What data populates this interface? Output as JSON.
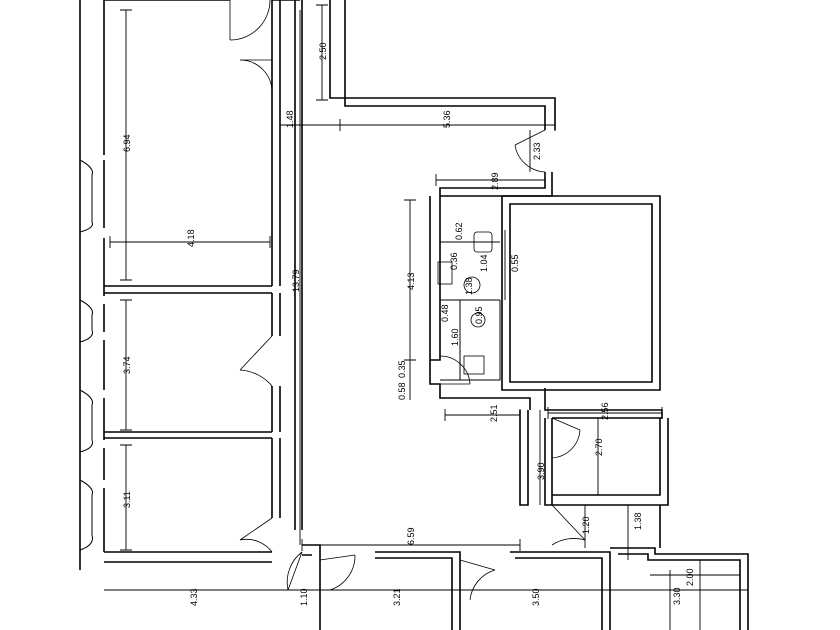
{
  "dimensions": {
    "d_2_50": "2.50",
    "d_1_48": "1.48",
    "d_5_36": "5.36",
    "d_2_33": "2.33",
    "d_6_94": "6.94",
    "d_4_18": "4.18",
    "d_13_79": "13.79",
    "d_2_89": "2.89",
    "d_0_62": "0.62",
    "d_0_36": "0.36",
    "d_1_04": "1.04",
    "d_0_55": "0.55",
    "d_4_13": "4.13",
    "d_1_38a": "1.38",
    "d_0_48": "0.48",
    "d_0_95": "0.95",
    "d_1_60": "1.60",
    "d_3_74": "3.74",
    "d_0_58": "0.58",
    "d_0_35": "0.35",
    "d_2_51": "2.51",
    "d_2_56": "2.56",
    "d_2_70": "2.70",
    "d_3_90": "3.90",
    "d_3_11": "3.11",
    "d_6_59": "6.59",
    "d_1_20": "1.20",
    "d_1_38b": "1.38",
    "d_4_33": "4.33",
    "d_1_10": "1.10",
    "d_3_21": "3.21",
    "d_3_50": "3.50",
    "d_2_00": "2.00",
    "d_3_30": "3.30"
  }
}
